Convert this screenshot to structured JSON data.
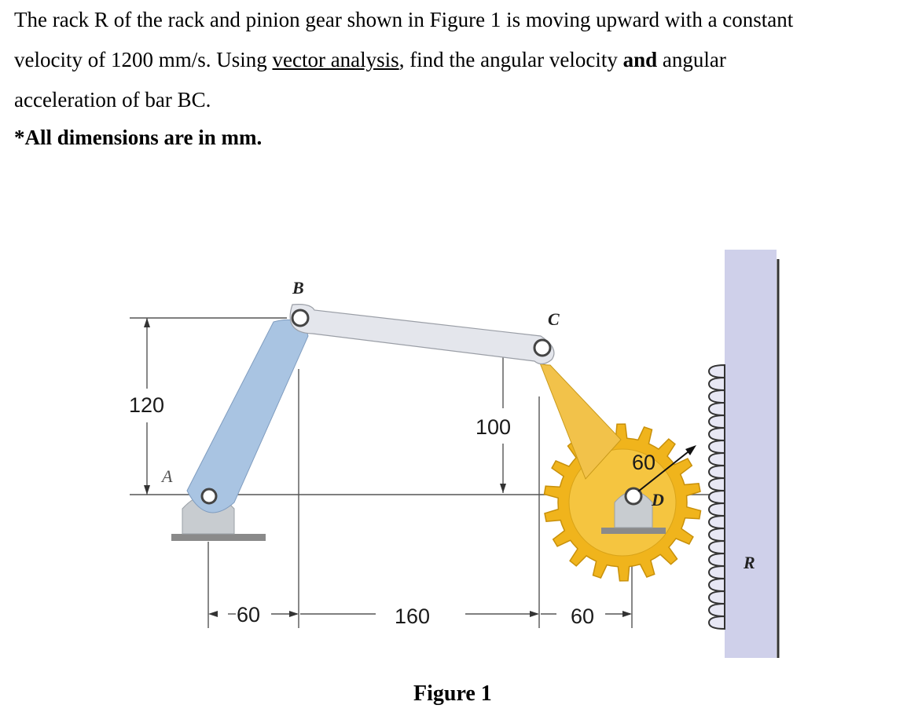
{
  "problem": {
    "line1_a": "The rack R of the rack and pinion gear shown in Figure 1 is moving upward with a constant",
    "line2_a": "velocity of 1200 mm/s. Using ",
    "line2_u": "vector analysis",
    "line2_b": ", find the angular velocity ",
    "line2_bold": "and",
    "line2_c": " angular",
    "line3": "acceleration of bar BC.",
    "note": "*All dimensions are in mm."
  },
  "figure": {
    "labels": {
      "A": "A",
      "B": "B",
      "C": "C",
      "D": "D",
      "R": "R"
    },
    "dims": {
      "height_120": "120",
      "height_100": "100",
      "horiz_60_left": "60",
      "horiz_160": "160",
      "horiz_60_right": "60",
      "radius_60": "60"
    },
    "caption": "Figure 1",
    "colors": {
      "bar_ab": "#a9c4e2",
      "bar_bc": "#e4e6ec",
      "crank_cd": "#f2c24a",
      "gear": "#f0b41c",
      "rack": "#cfd0ea",
      "support": "#bfc3c8"
    }
  }
}
